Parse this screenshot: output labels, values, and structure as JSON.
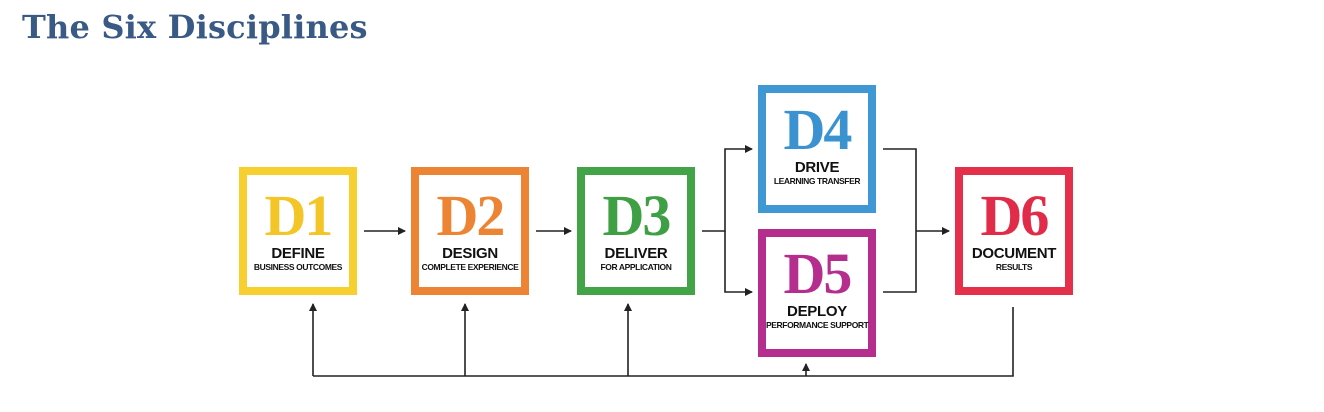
{
  "title": "The Six Disciplines",
  "disciplines": [
    {
      "code": "D1",
      "name": "DEFINE",
      "subtitle": "BUSINESS OUTCOMES",
      "color": "#f7cf2f",
      "text_color": "#f4c526"
    },
    {
      "code": "D2",
      "name": "DESIGN",
      "subtitle": "COMPLETE EXPERIENCE",
      "color": "#ec8433",
      "text_color": "#ec8433"
    },
    {
      "code": "D3",
      "name": "DELIVER",
      "subtitle": "FOR APPLICATION",
      "color": "#43a447",
      "text_color": "#3f9f44"
    },
    {
      "code": "D4",
      "name": "DRIVE",
      "subtitle": "LEARNING TRANSFER",
      "color": "#3f97d4",
      "text_color": "#3a92d1"
    },
    {
      "code": "D5",
      "name": "DEPLOY",
      "subtitle": "PERFORMANCE SUPPORT",
      "color": "#b52d8d",
      "text_color": "#b52d8d"
    },
    {
      "code": "D6",
      "name": "DOCUMENT",
      "subtitle": "RESULTS",
      "color": "#e4304b",
      "text_color": "#e02c48"
    }
  ],
  "connector_color": "#222222",
  "title_color": "#3a5a86"
}
